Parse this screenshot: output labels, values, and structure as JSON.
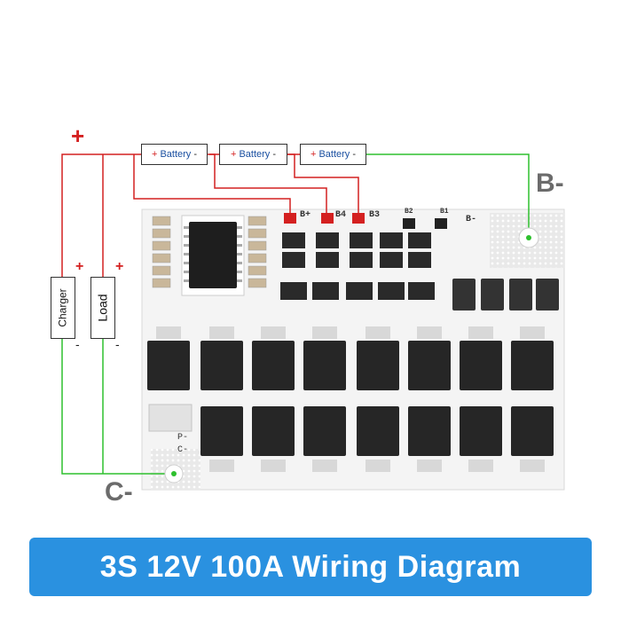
{
  "title": "3S 12V 100A Wiring Diagram",
  "battery_label": "Battery",
  "batteries": [
    {
      "label": "Battery"
    },
    {
      "label": "Battery"
    },
    {
      "label": "Battery"
    }
  ],
  "symbols": {
    "plus": "+",
    "minus": "-"
  },
  "devices": {
    "charger": "Charger",
    "load": "Load"
  },
  "terminals": {
    "b_minus": "B-",
    "c_minus": "C-"
  },
  "pcb_labels": {
    "b_plus": "B+",
    "b4": "B4",
    "b3": "B3",
    "b2": "B2",
    "b1": "B1",
    "b_minus_small": "B-",
    "p_minus": "P-",
    "c_minus_small": "C-"
  },
  "colors": {
    "positive_wire": "#d42020",
    "negative_wire": "#2ec02e",
    "title_bar": "#2a91e0",
    "terminal_text": "#6b6b6b",
    "battery_text": "#1a4fa0"
  }
}
